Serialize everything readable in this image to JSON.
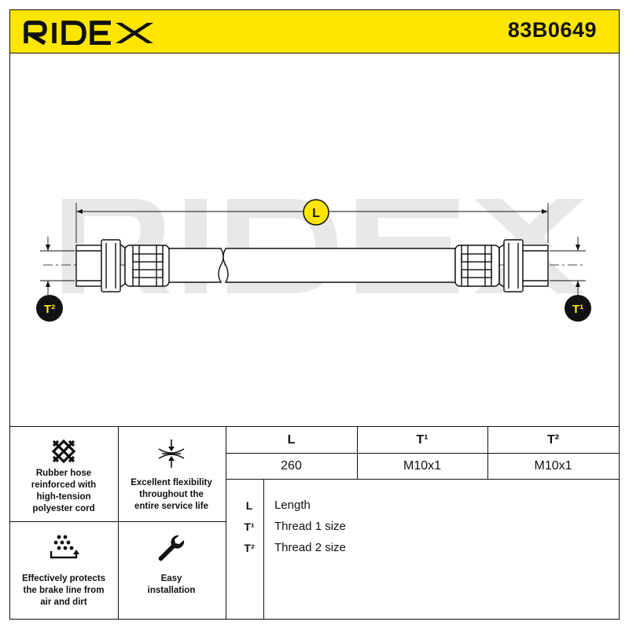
{
  "brand": {
    "name": "RIDEX",
    "accent_color": "#ffe600"
  },
  "part_number": "83B0649",
  "drawing": {
    "watermark": "RIDEX",
    "dim_labels": {
      "length": "L",
      "thread1": "T¹",
      "thread2": "T²"
    }
  },
  "features": [
    {
      "icon": "mesh-icon",
      "text": [
        "Rubber hose",
        "reinforced with",
        "high-tension",
        "polyester cord"
      ]
    },
    {
      "icon": "flex-icon",
      "text": [
        "Excellent flexibility",
        "throughout the",
        "entire service life"
      ]
    },
    {
      "icon": "shield-particles-icon",
      "text": [
        "Effectively protects",
        "the brake line from",
        "air and dirt"
      ]
    },
    {
      "icon": "wrench-icon",
      "text": [
        "Easy",
        "installation"
      ]
    }
  ],
  "specs": {
    "headers": [
      "L",
      "T¹",
      "T²"
    ],
    "values": [
      "260",
      "M10x1",
      "M10x1"
    ]
  },
  "legend": [
    {
      "symbol": "L",
      "desc": "Length"
    },
    {
      "symbol": "T¹",
      "desc": "Thread 1 size"
    },
    {
      "symbol": "T²",
      "desc": "Thread 2 size"
    }
  ]
}
